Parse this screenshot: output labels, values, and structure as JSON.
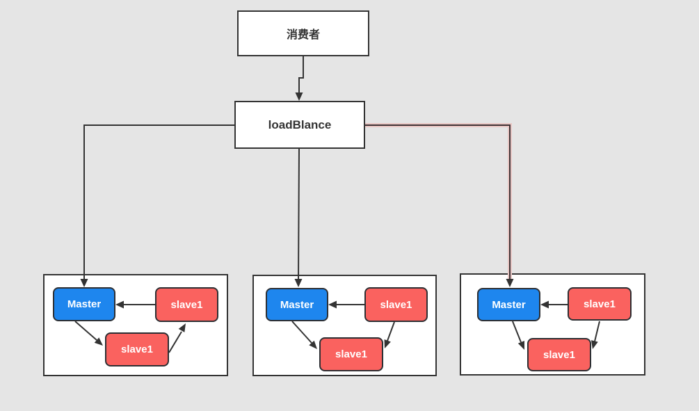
{
  "diagram": {
    "consumer": {
      "label": "消费者"
    },
    "load_balancer": {
      "label": "loadBlance"
    },
    "groups": [
      {
        "name": "group-1",
        "master_label": "Master",
        "slave_top_label": "slave1",
        "slave_bottom_label": "slave1"
      },
      {
        "name": "group-2",
        "master_label": "Master",
        "slave_top_label": "slave1",
        "slave_bottom_label": "slave1"
      },
      {
        "name": "group-3",
        "master_label": "Master",
        "slave_top_label": "slave1",
        "slave_bottom_label": "slave1"
      }
    ],
    "edges": [
      {
        "from": "consumer",
        "to": "load_balancer"
      },
      {
        "from": "load_balancer",
        "to": "group-1.master"
      },
      {
        "from": "load_balancer",
        "to": "group-2.master"
      },
      {
        "from": "load_balancer",
        "to": "group-3.master",
        "highlighted": true
      },
      {
        "from": "group-1.slave_top",
        "to": "group-1.master"
      },
      {
        "from": "group-1.master",
        "to": "group-1.slave_bottom"
      },
      {
        "from": "group-1.slave_bottom",
        "to": "group-1.slave_top"
      },
      {
        "from": "group-2.slave_top",
        "to": "group-2.master"
      },
      {
        "from": "group-2.master",
        "to": "group-2.slave_bottom"
      },
      {
        "from": "group-2.slave_top",
        "to": "group-2.slave_bottom"
      },
      {
        "from": "group-3.slave_top",
        "to": "group-3.master"
      },
      {
        "from": "group-3.master",
        "to": "group-3.slave_bottom"
      },
      {
        "from": "group-3.slave_top",
        "to": "group-3.slave_bottom"
      }
    ],
    "colors": {
      "canvas_background": "#e5e5e5",
      "box_fill": "#ffffff",
      "box_border": "#333333",
      "master_fill": "#1e86ee",
      "slave_fill": "#fa625f",
      "label_dark": "#333333",
      "label_light": "#ffffff",
      "connector": "#333333",
      "highlight_halo": "#e9c7c5",
      "highlight_core": "#3f3335"
    }
  }
}
